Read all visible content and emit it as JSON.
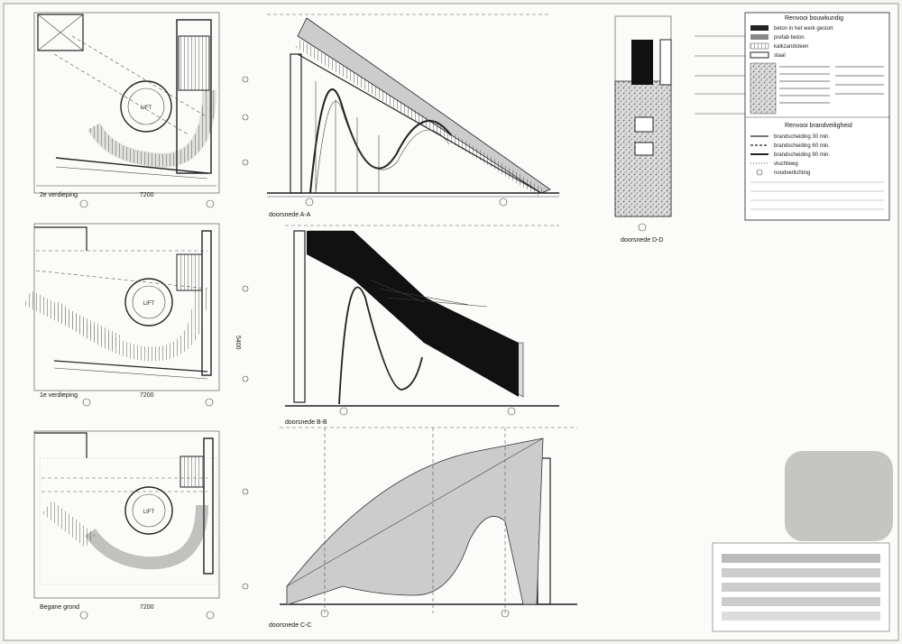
{
  "plans": {
    "floor3": {
      "caption": "2e verdieping",
      "dimension": "7200"
    },
    "floor2": {
      "caption": "1e verdieping",
      "dimension": "7200",
      "side_dimension": "5400"
    },
    "ground": {
      "caption": "Begane grond",
      "dimension": "7200"
    }
  },
  "sections": {
    "aa": {
      "caption": "doorsnede A-A"
    },
    "bb": {
      "caption": "doorsnede B-B"
    },
    "cc": {
      "caption": "doorsnede C-C"
    },
    "dd": {
      "caption": "doorsnede D-D"
    }
  },
  "shaft_label": "LIFT",
  "legend": {
    "materials_title": "Renvooi bouwkundig",
    "fire_title": "Renvooi brandveiligheid",
    "materials_items": [
      "beton in het werk gestort",
      "prefab beton",
      "kalkzandsteen",
      "staal"
    ],
    "fire_items": [
      "brandscheiding 30 min.",
      "brandscheiding 60 min.",
      "brandscheiding 90 min.",
      "vluchtweg",
      "noodverlichting"
    ]
  }
}
